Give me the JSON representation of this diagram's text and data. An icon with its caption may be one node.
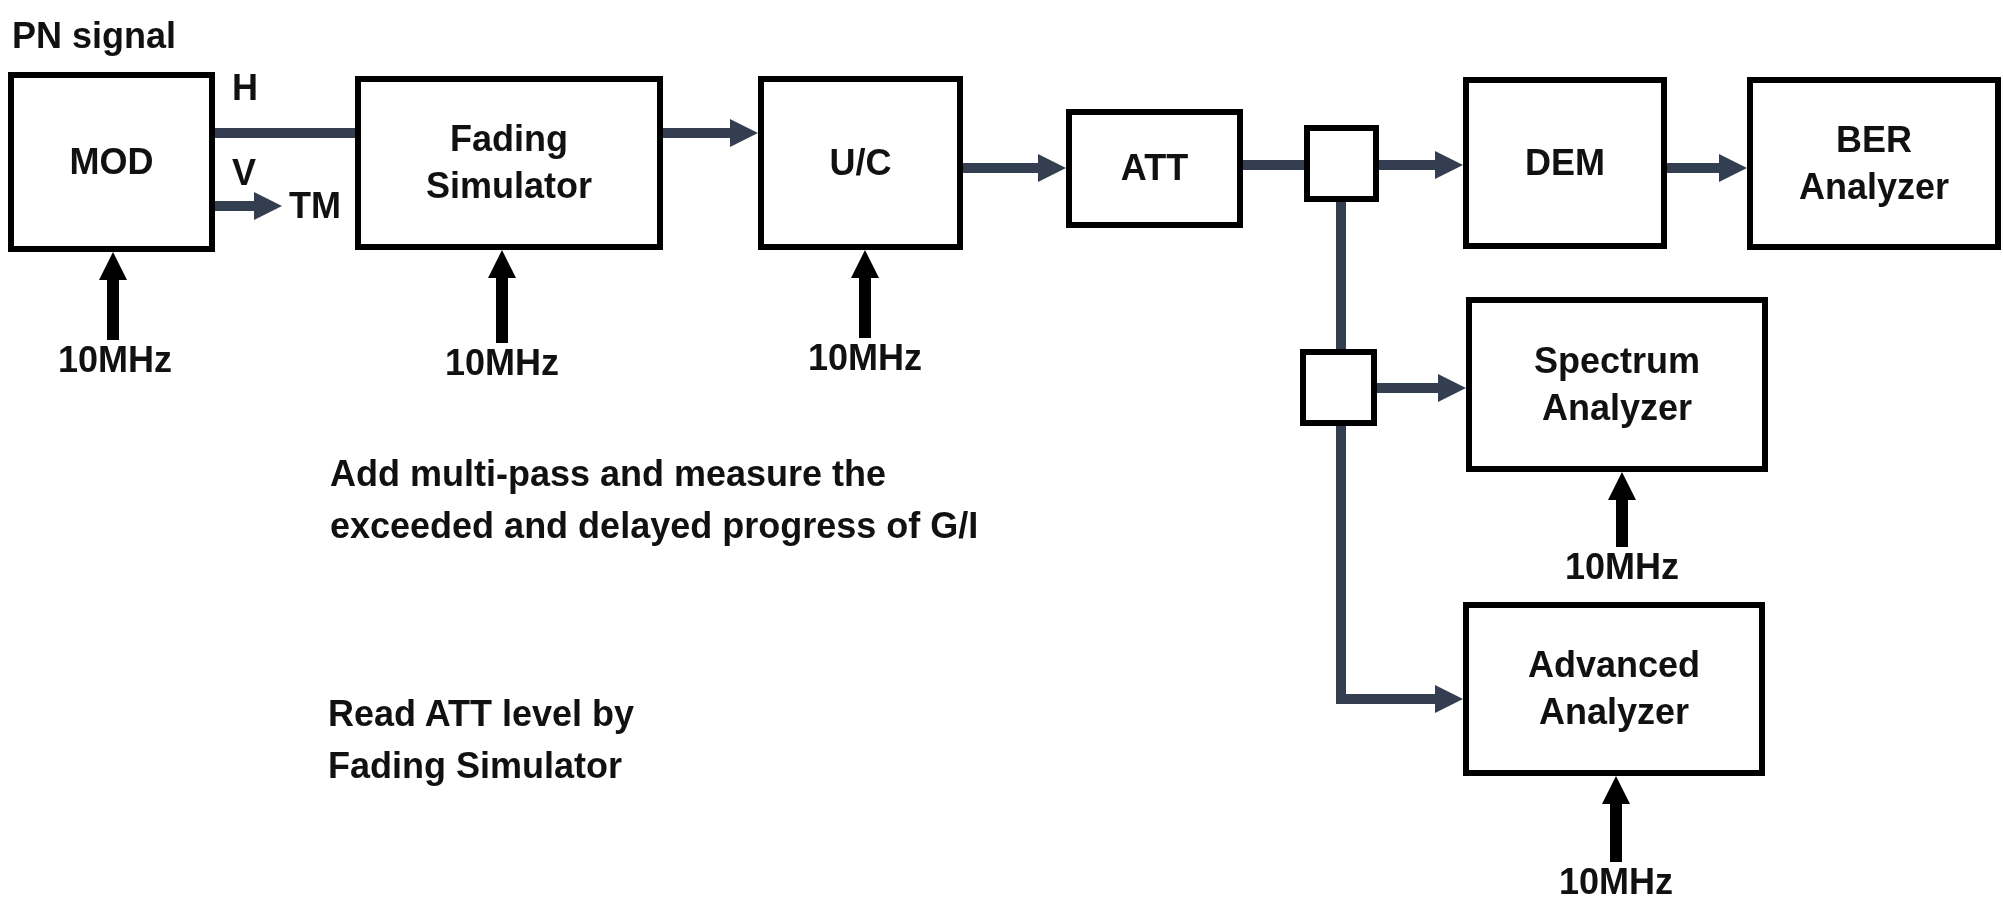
{
  "diagram": {
    "nodes": [
      {
        "text": [
          "MOD"
        ],
        "beside": [
          "PN signal"
        ]
      },
      {
        "text": [
          "TM"
        ]
      },
      {
        "text": [
          "Fading Simulator"
        ]
      },
      {
        "text": [
          "U/C"
        ]
      },
      {
        "text": [
          "ATT"
        ]
      },
      {
        "text": [],
        "shape": "box"
      },
      {
        "text": [
          "DEM"
        ]
      },
      {
        "text": [
          "BER Analyzer"
        ]
      },
      {
        "text": [],
        "shape": "box"
      },
      {
        "text": [
          "Spectrum Analyzer"
        ]
      },
      {
        "text": [
          "Advanced Analyzer"
        ]
      },
      {
        "text": [
          "10MHz"
        ]
      },
      {
        "text": [
          "10MHz"
        ]
      },
      {
        "text": [
          "10MHz"
        ]
      },
      {
        "text": [
          "10MHz"
        ]
      },
      {
        "text": [
          "10MHz"
        ]
      }
    ],
    "edges": [
      {
        "from": 0,
        "to": 2,
        "arrow": "none"
      },
      {
        "from": 0,
        "to": 1,
        "arrow": "to"
      },
      {
        "from": 2,
        "to": 3,
        "arrow": "to"
      },
      {
        "from": 3,
        "to": 4,
        "arrow": "to"
      },
      {
        "from": 4,
        "to": 5,
        "arrow": "none"
      },
      {
        "from": 5,
        "to": 6,
        "arrow": "to"
      },
      {
        "from": 6,
        "to": 7,
        "arrow": "to"
      },
      {
        "from": 5,
        "to": 8,
        "arrow": "none"
      },
      {
        "from": 8,
        "to": 9,
        "arrow": "to"
      },
      {
        "from": 8,
        "to": 10,
        "arrow": "to"
      },
      {
        "from": 11,
        "to": 0,
        "arrow": "to",
        "color": "#000000"
      },
      {
        "from": 12,
        "to": 2,
        "arrow": "to",
        "color": "#000000"
      },
      {
        "from": 13,
        "to": 3,
        "arrow": "to",
        "color": "#000000"
      },
      {
        "from": 14,
        "to": 9,
        "arrow": "to",
        "color": "#000000"
      },
      {
        "from": 15,
        "to": 10,
        "arrow": "to",
        "color": "#000000"
      }
    ],
    "labels": [
      "H",
      "V",
      "Add multi-pass and measure the exceeded and delayed progress of G/I",
      "Read ATT level by Fading Simulator"
    ]
  }
}
